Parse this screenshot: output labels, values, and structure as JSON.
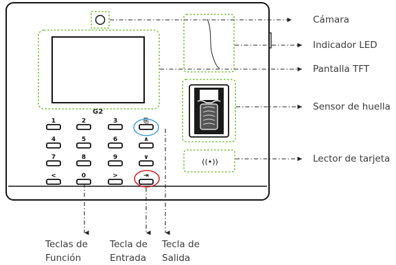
{
  "device": {
    "model_label": "G2",
    "keypad": {
      "rows": [
        [
          "1",
          "2",
          "3",
          "⎘"
        ],
        [
          "4",
          "5",
          "6",
          "∧"
        ],
        [
          "7",
          "8",
          "9",
          "∨"
        ],
        [
          "<",
          "0",
          ">",
          "⇥"
        ]
      ]
    },
    "rfid_symbol": "((•))"
  },
  "callouts": {
    "camera": "Cámara",
    "led": "Indicador LED",
    "tft": "Pantalla TFT",
    "fingerprint": "Sensor de huella",
    "card": "Lector de tarjeta"
  },
  "bottom_labels": {
    "function_keys": [
      "Teclas de",
      "Función"
    ],
    "entry_key": [
      "Tecla de",
      "Entrada"
    ],
    "exit_key": [
      "Tecla de",
      "Salida"
    ]
  },
  "colors": {
    "dashed_green": "#7bbf3a",
    "exit_circle": "#4aa3d8",
    "entry_circle": "#d0242b",
    "outline": "#111111"
  }
}
